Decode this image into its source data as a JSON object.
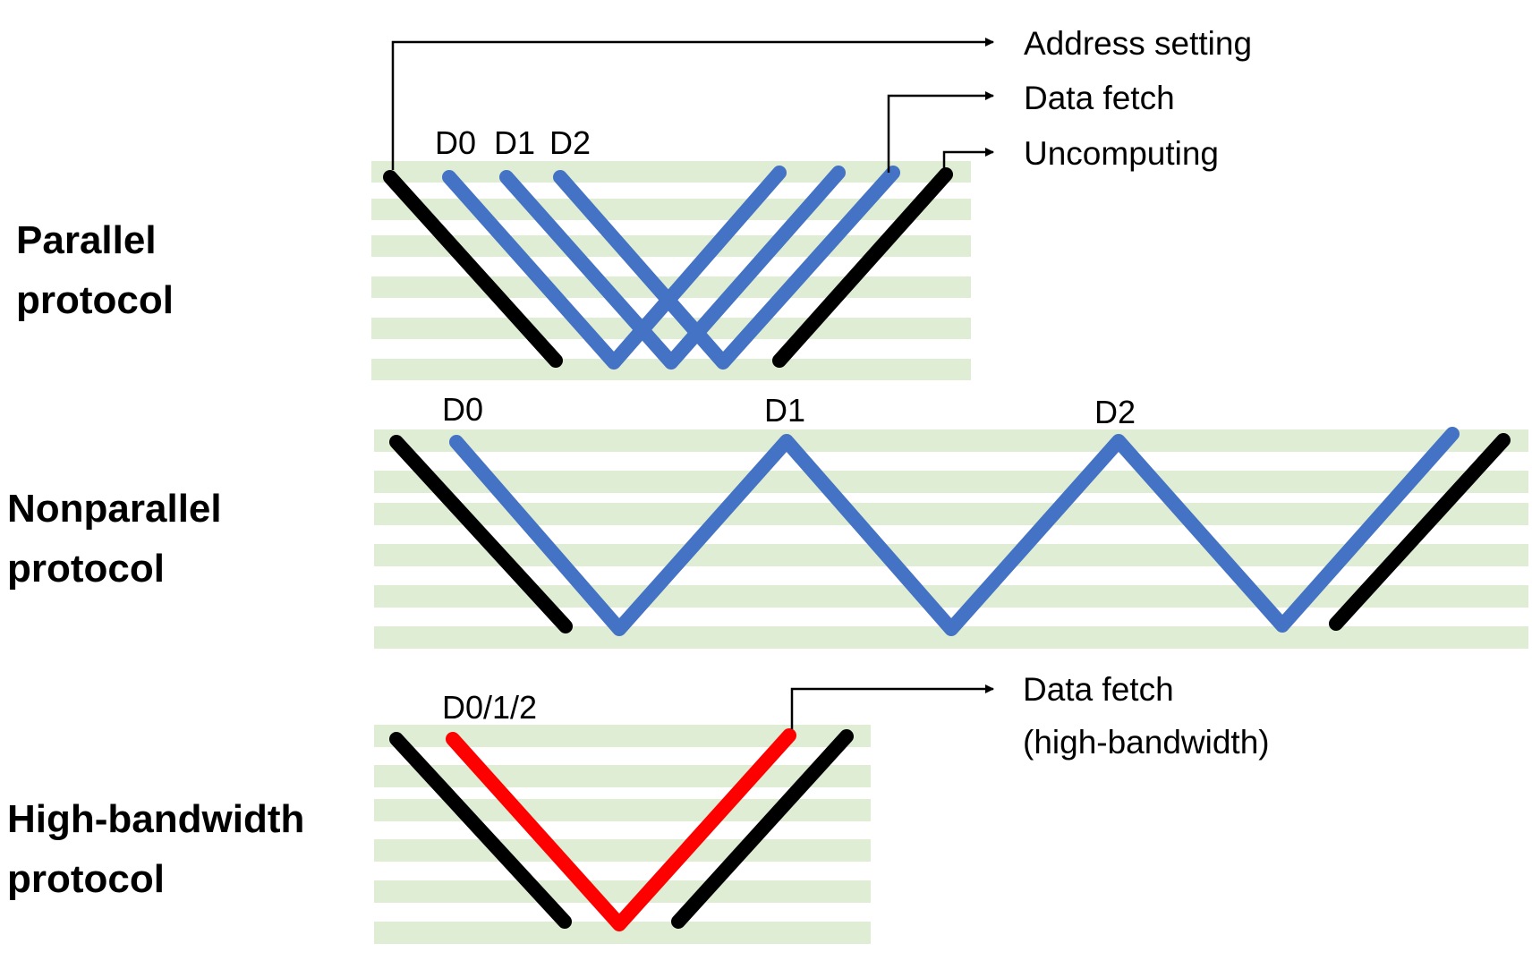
{
  "colors": {
    "band": "#deedd4",
    "black_path": "#000000",
    "blue_path": "#4472c4",
    "red_path": "#ff0000",
    "arrow": "#000000"
  },
  "sections": {
    "parallel": {
      "label_line1": "Parallel",
      "label_line2": "protocol",
      "data_labels": [
        "D0",
        "D1",
        "D2"
      ]
    },
    "nonparallel": {
      "label_line1": "Nonparallel",
      "label_line2": "protocol",
      "data_labels": [
        "D0",
        "D1",
        "D2"
      ]
    },
    "high_bandwidth": {
      "label_line1": "High-bandwidth",
      "label_line2": "protocol",
      "data_labels": [
        "D0/1/2"
      ]
    }
  },
  "legend": {
    "address_setting": "Address setting",
    "data_fetch": "Data fetch",
    "uncomputing": "Uncomputing",
    "data_fetch_hb_line1": "Data fetch",
    "data_fetch_hb_line2": "(high-bandwidth)"
  }
}
